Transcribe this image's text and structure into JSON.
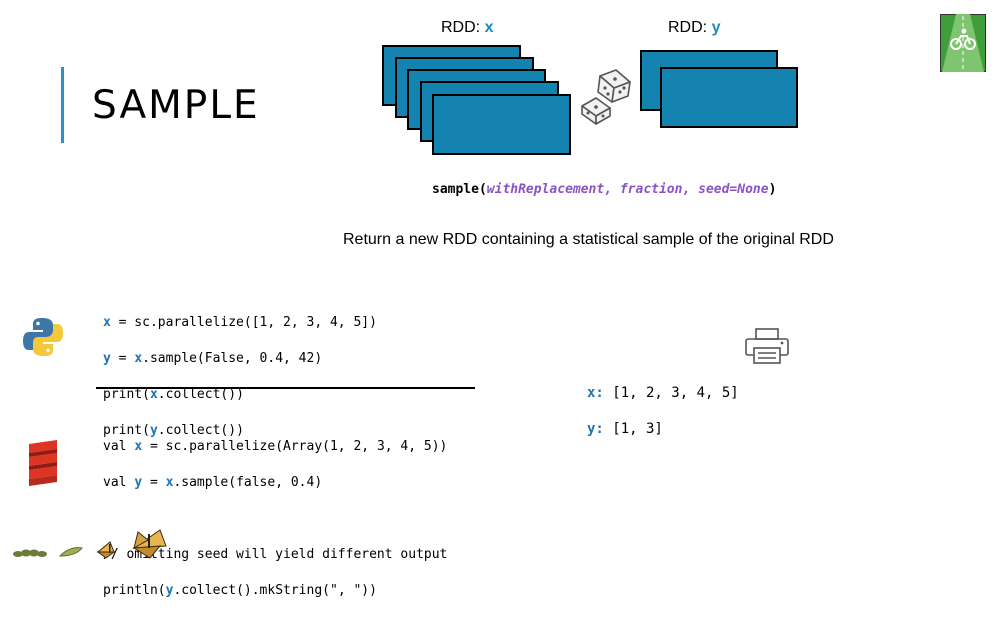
{
  "slide": {
    "title": "SAMPLE",
    "rdd_x_label": "RDD: ",
    "rdd_x_var": "x",
    "rdd_y_label": "RDD: ",
    "rdd_y_var": "y",
    "signature_fn": "sample(",
    "signature_params": "withReplacement, fraction, seed=None",
    "signature_close": ")",
    "description": "Return a new RDD containing a statistical sample of the original RDD"
  },
  "python_code": {
    "l1_var": "x",
    "l1_rest": " = sc.parallelize([1, 2, 3, 4, 5])",
    "l2_var": "y",
    "l2_mid": " = ",
    "l2_var2": "x",
    "l2_rest": ".sample(False, 0.4, 42)",
    "l3_pre": "print(",
    "l3_var": "x",
    "l3_rest": ".collect())",
    "l4_pre": "print(",
    "l4_var": "y",
    "l4_rest": ".collect())"
  },
  "scala_code": {
    "l1_pre": "val ",
    "l1_var": "x",
    "l1_rest": " = sc.parallelize(Array(1, 2, 3, 4, 5))",
    "l2_pre": "val ",
    "l2_var": "y",
    "l2_mid": " = ",
    "l2_var2": "x",
    "l2_rest": ".sample(false, 0.4)",
    "l3": "// omitting seed will yield different output",
    "l4_pre": "println(",
    "l4_var": "y",
    "l4_rest": ".collect().mkString(\", \"))"
  },
  "output": {
    "x_label": "x:",
    "x_value": " [1, 2, 3, 4, 5]",
    "y_label": "y:",
    "y_value": " [1, 3]"
  },
  "icons": [
    "python-logo-icon",
    "scala-logo-icon",
    "printer-icon",
    "dice-icon",
    "bike-lane-logo-icon",
    "caterpillar-butterfly-icon"
  ],
  "colors": {
    "block": "#1583b0",
    "variable": "#1b75b8",
    "params": "#8c52c6",
    "accent": "#2b8fcc"
  }
}
